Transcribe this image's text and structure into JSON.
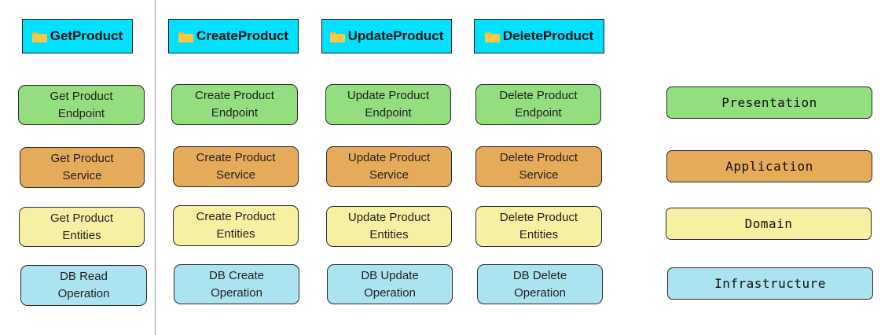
{
  "headers": [
    "GetProduct",
    "CreateProduct",
    "UpdateProduct",
    "DeleteProduct"
  ],
  "columns": [
    {
      "endpoint": "Get Product\nEndpoint",
      "service": "Get Product\nService",
      "entities": "Get Product\nEntities",
      "db": "DB Read\nOperation"
    },
    {
      "endpoint": "Create Product\nEndpoint",
      "service": "Create Product\nService",
      "entities": "Create Product\nEntities",
      "db": "DB Create\nOperation"
    },
    {
      "endpoint": "Update Product\nEndpoint",
      "service": "Update Product\nService",
      "entities": "Update Product\nEntities",
      "db": "DB Update\nOperation"
    },
    {
      "endpoint": "Delete Product\nEndpoint",
      "service": "Delete Product\nService",
      "entities": "Delete Product\nEntities",
      "db": "DB Delete\nOperation"
    }
  ],
  "legend": {
    "presentation": "Presentation",
    "application": "Application",
    "domain": "Domain",
    "infrastructure": "Infrastructure"
  },
  "colors": {
    "header": "#00e1ff",
    "presentation": "#93de7e",
    "application": "#e5ab5a",
    "domain": "#f6f0a2",
    "infrastructure": "#abe3f0"
  },
  "icons": {
    "header_icon": "folder-icon"
  }
}
